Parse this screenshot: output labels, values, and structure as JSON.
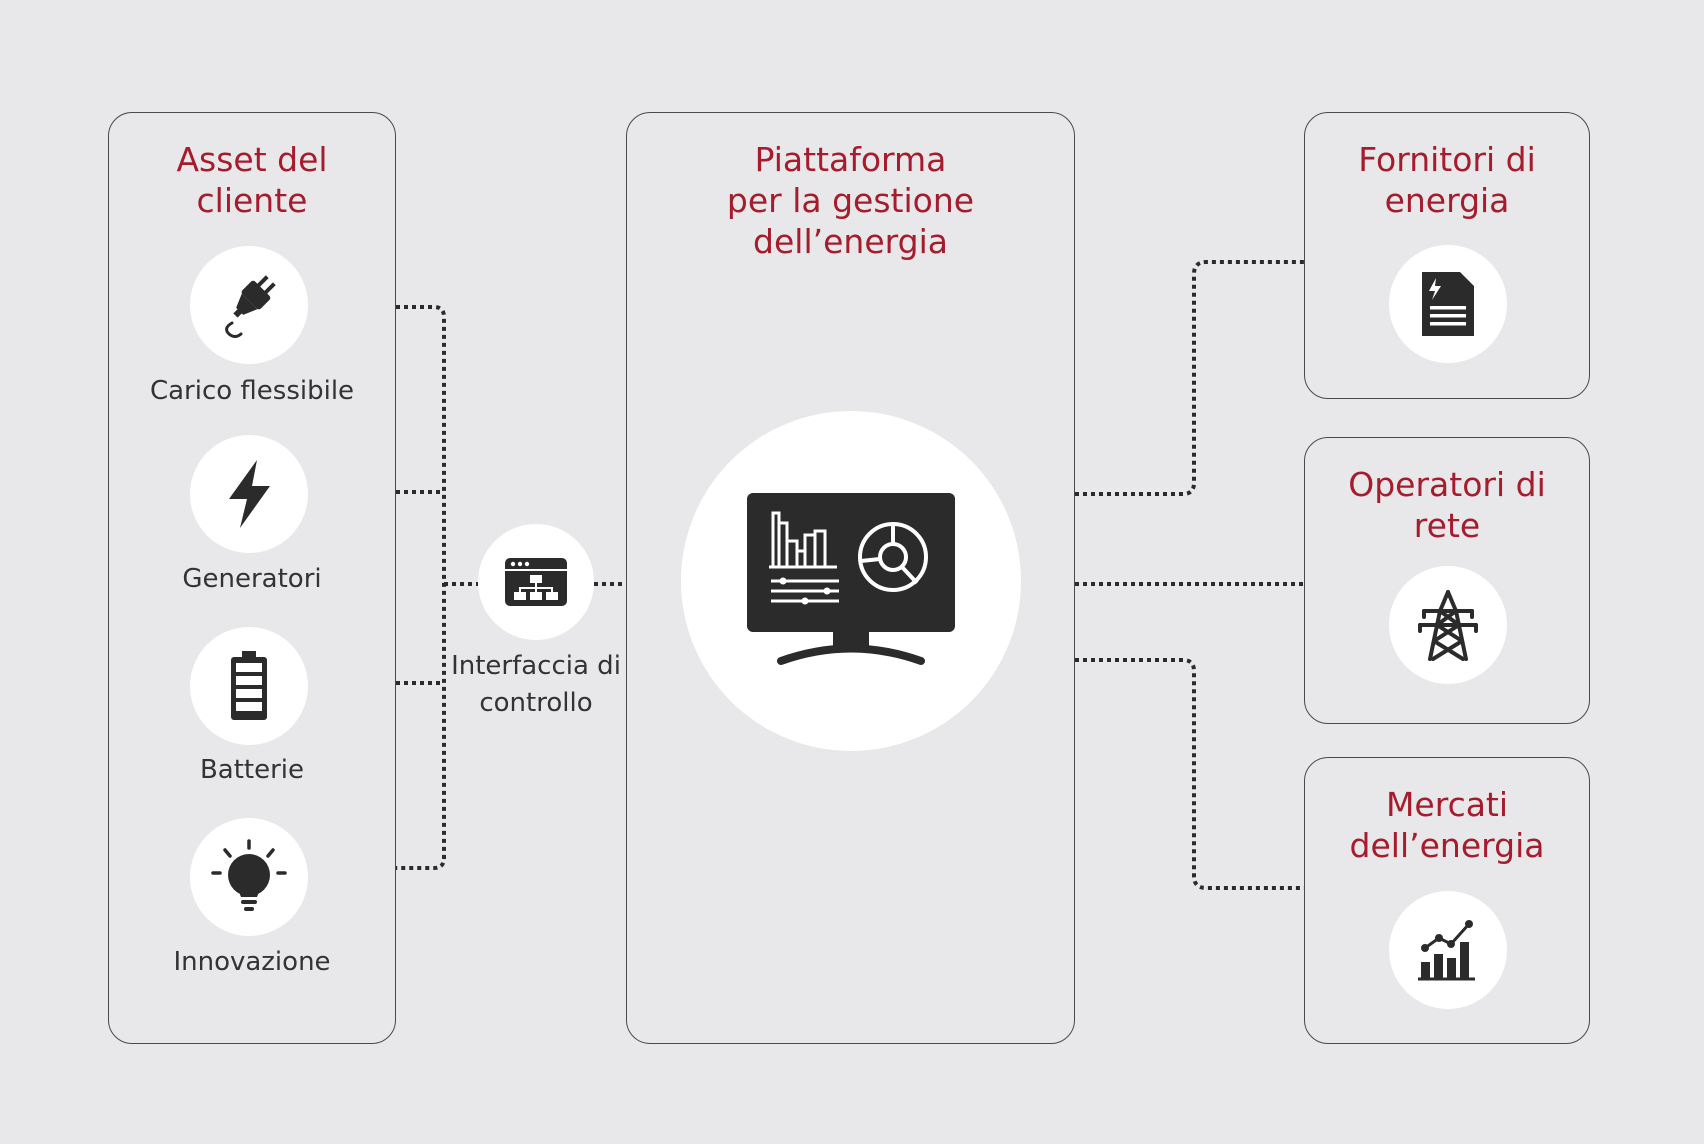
{
  "colors": {
    "background": "#e8e8ea",
    "title": "#a51d2d",
    "text": "#333333",
    "icon": "#2b2b2b",
    "panel_border": "#4a4a4a"
  },
  "left_panel": {
    "title_line1": "Asset del",
    "title_line2": "cliente",
    "items": [
      {
        "label": "Carico flessibile",
        "icon": "plug-icon"
      },
      {
        "label": "Generatori",
        "icon": "lightning-bolt-icon"
      },
      {
        "label": "Batterie",
        "icon": "battery-icon"
      },
      {
        "label": "Innovazione",
        "icon": "lightbulb-icon"
      }
    ]
  },
  "control_interface": {
    "label_line1": "Interfaccia di",
    "label_line2": "controllo",
    "icon": "sitemap-window-icon"
  },
  "center_panel": {
    "title_line1": "Piattaforma",
    "title_line2": "per la gestione",
    "title_line3": "dell’energia",
    "icon": "monitor-dashboard-icon"
  },
  "right_panels": [
    {
      "title_line1": "Fornitori di",
      "title_line2": "energia",
      "icon": "document-energy-icon"
    },
    {
      "title_line1": "Operatori di",
      "title_line2": "rete",
      "icon": "power-pylon-icon"
    },
    {
      "title_line1": "Mercati",
      "title_line2": "dell’energia",
      "icon": "market-chart-icon"
    }
  ]
}
